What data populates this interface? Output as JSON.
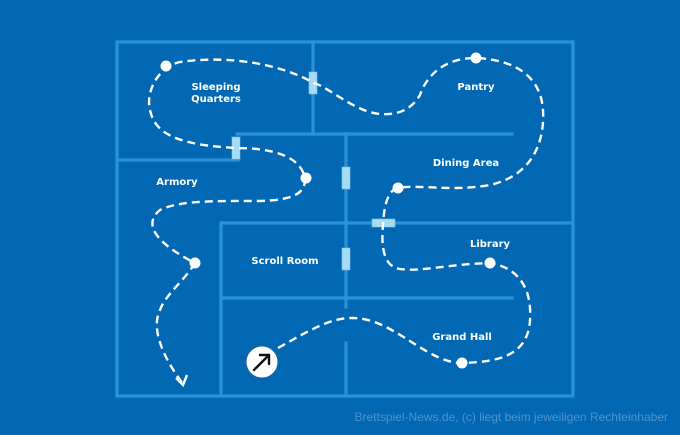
{
  "diagram": {
    "title": "Room route floor plan",
    "colors": {
      "background": "#0368b4",
      "wall": "#2a93d8",
      "door": "#a8dcf5",
      "path": "#ffffff",
      "label": "#ffffff",
      "credit": "#4d93cb"
    },
    "rooms": [
      {
        "id": "sleeping-quarters",
        "label_lines": [
          "Sleeping",
          "Quarters"
        ]
      },
      {
        "id": "pantry",
        "label_lines": [
          "Pantry"
        ]
      },
      {
        "id": "armory",
        "label_lines": [
          "Armory"
        ]
      },
      {
        "id": "dining-area",
        "label_lines": [
          "Dining Area"
        ]
      },
      {
        "id": "scroll-room",
        "label_lines": [
          "Scroll Room"
        ]
      },
      {
        "id": "library",
        "label_lines": [
          "Library"
        ]
      },
      {
        "id": "grand-hall",
        "label_lines": [
          "Grand Hall"
        ]
      }
    ],
    "route": {
      "start_icon": "arrow-up-right-icon",
      "end_icon": "arrow-down-icon",
      "stops": [
        "grand-hall",
        "library",
        "dining-area",
        "pantry",
        "sleeping-quarters",
        "armory-corridor",
        "armory"
      ]
    }
  },
  "footer": {
    "credit": "Brettspiel-News.de, (c) liegt beim jeweiligen Rechteinhaber"
  }
}
